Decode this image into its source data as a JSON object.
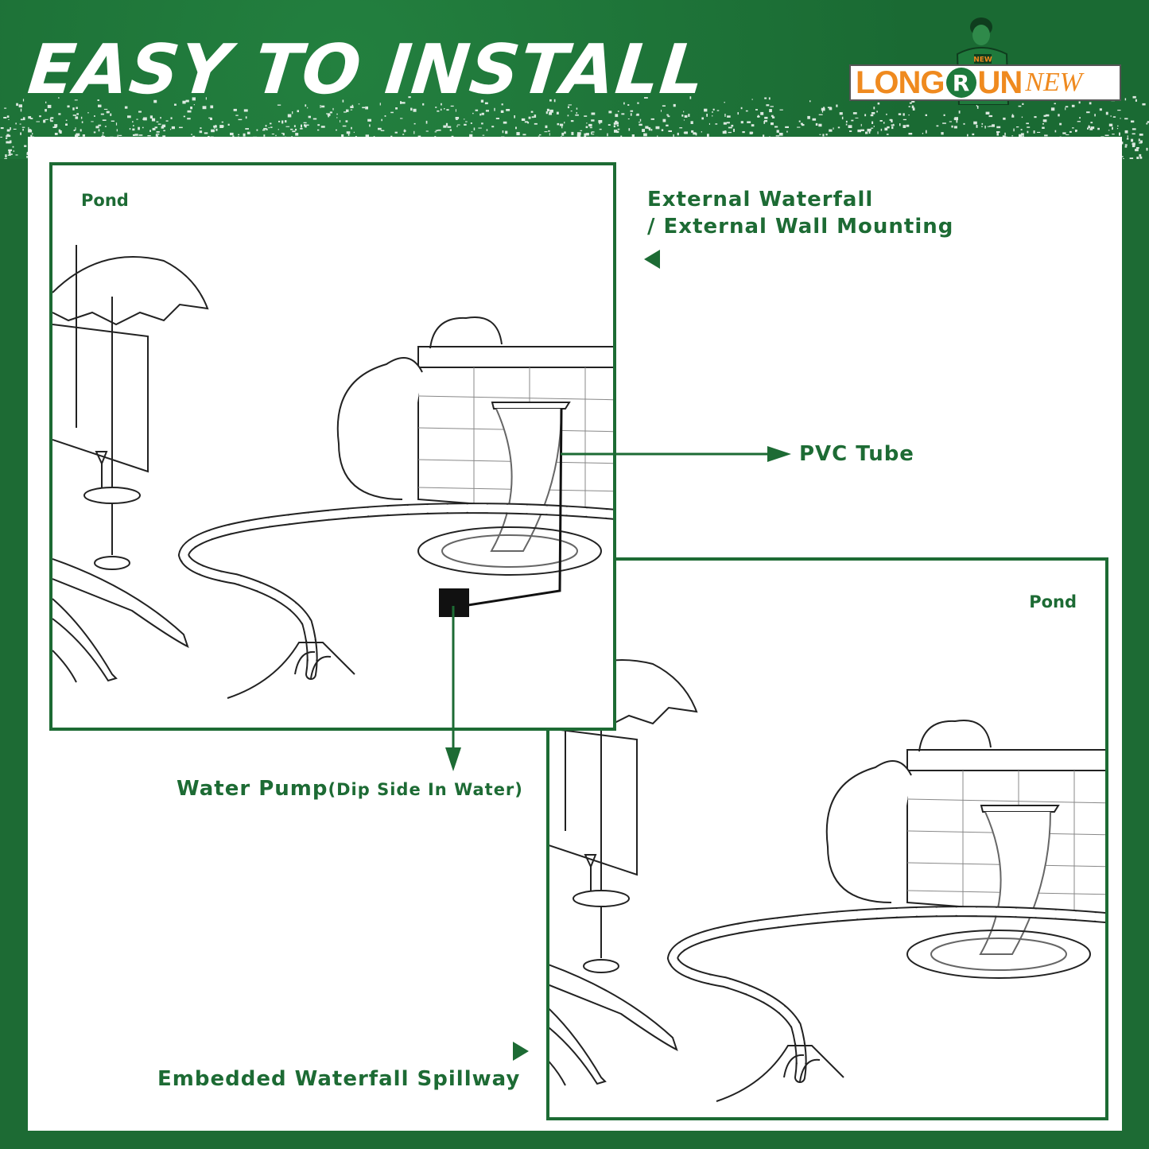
{
  "header": {
    "title": "EASY TO INSTALL"
  },
  "logo": {
    "text_left": "LONG",
    "ball_letter": "R",
    "text_right": "UN",
    "text_suffix": "NEW",
    "shirt_badge": "NEW"
  },
  "panels": [
    {
      "label": "Pond",
      "variant": "external"
    },
    {
      "label": "Pond",
      "variant": "embedded"
    }
  ],
  "labels": {
    "external_line1": "External Waterfall",
    "external_line2": "/ External Wall Mounting",
    "pvc_tube": "PVC Tube",
    "water_pump": "Water Pump",
    "water_pump_note": "(Dip Side In Water)",
    "embedded": "Embedded Waterfall Spillway"
  },
  "icons": [
    "arrow-left-icon",
    "arrow-right-icon",
    "pump-icon"
  ],
  "colors": {
    "brand_green": "#1d6b34",
    "logo_orange": "#ef8a1f",
    "background": "#ffffff"
  }
}
